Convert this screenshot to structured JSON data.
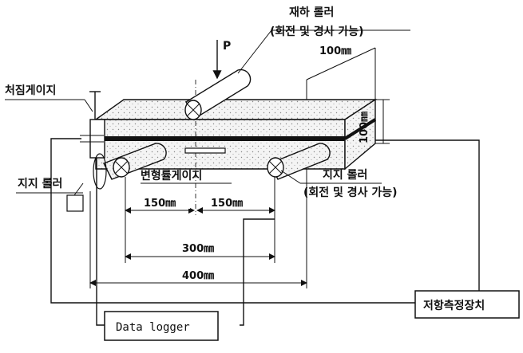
{
  "labels": {
    "loading_roller": "재하 롤러",
    "loading_roller_note": "(회전 및 경사 가능)",
    "load": "P",
    "deflection_gauge": "처짐게이지",
    "support_roller_left": "지지 롤러",
    "strain_gauge": "변형률게이지",
    "support_roller_right": "지지 롤러",
    "support_roller_right_note": "(회전 및 경사 가능)"
  },
  "dimensions": {
    "width": "100㎜",
    "height": "100㎜",
    "half_left": "150㎜",
    "half_right": "150㎜",
    "span": "300㎜",
    "length": "400㎜"
  },
  "devices": {
    "data_logger": "Data logger",
    "resistance_meter": "저항측정장치"
  }
}
